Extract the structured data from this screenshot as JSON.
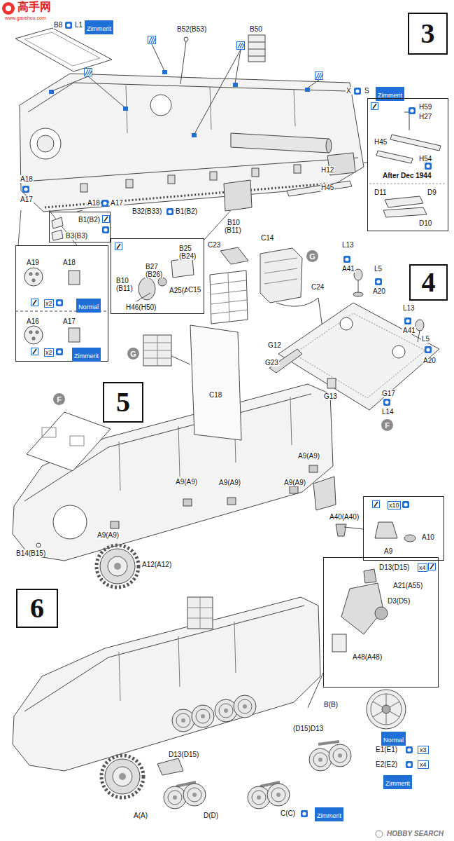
{
  "diagram": {
    "nodes": [
      {
        "text": [
          "3"
        ]
      },
      {
        "text": [
          "Zimmerit"
        ]
      },
      {
        "text": [
          "Zimmerit"
        ]
      },
      {
        "text": [
          "H59",
          "H27",
          "H45",
          "H54",
          "After Dec 1944",
          "D11",
          "D9",
          "D10"
        ]
      },
      {
        "text": [
          "B1(B2)",
          "B3(B3)"
        ]
      },
      {
        "text": [
          "B25",
          "(B24)",
          "B27",
          "(B26)",
          "B10",
          "(B11)",
          "A25(A25)",
          "H46(H50)"
        ]
      },
      {
        "text": [
          "A19",
          "A18",
          "x2",
          "A16",
          "A17",
          "x2"
        ]
      },
      {
        "text": [
          "Normal"
        ],
        "in": 6
      },
      {
        "text": [
          "Zimmerit"
        ],
        "in": 6
      },
      {
        "text": [
          "G"
        ]
      },
      {
        "text": [
          "4"
        ]
      },
      {
        "text": [
          "G"
        ]
      },
      {
        "text": [
          "5"
        ]
      },
      {
        "text": [
          "F"
        ]
      },
      {
        "text": [
          "F"
        ]
      },
      {
        "text": [
          "x10",
          "A9",
          "A10"
        ]
      },
      {
        "text": [
          "D13(D15)",
          "x4",
          "A21(A55)",
          "D3(D5)",
          "A48(A48)"
        ]
      },
      {
        "text": [
          "6"
        ]
      },
      {
        "text": [
          "Normal"
        ]
      },
      {
        "text": [
          "Zimmerit"
        ]
      },
      {
        "text": [
          "Zimmerit"
        ]
      }
    ],
    "labels": [
      "高手网",
      "www.gaoshou.com",
      "B8",
      "L1",
      "B52(B53)",
      "B50",
      "X",
      "S",
      "A18",
      "A17",
      "A18",
      "A17",
      "B32(B33)",
      "B1(B2)",
      "H12",
      "H45",
      "B10",
      "(B11)",
      "C23",
      "C14",
      "C15",
      "C24",
      "L13",
      "A41",
      "L5",
      "A20",
      "L13",
      "A41",
      "L5",
      "A20",
      "G12",
      "G23",
      "G13",
      "G17",
      "L14",
      "C18",
      "A9(A9)",
      "A9(A9)",
      "A9(A9)",
      "A9(A9)",
      "A9(A9)",
      "A40(A40)",
      "B14(B15)",
      "A12(A12)",
      "B(B)",
      "(D15)D13",
      "E1(E1)",
      "x3",
      "E2(E2)",
      "x4",
      "D13(D15)",
      "A(A)",
      "D(D)",
      "C(C)",
      "HOBBY SEARCH"
    ]
  }
}
